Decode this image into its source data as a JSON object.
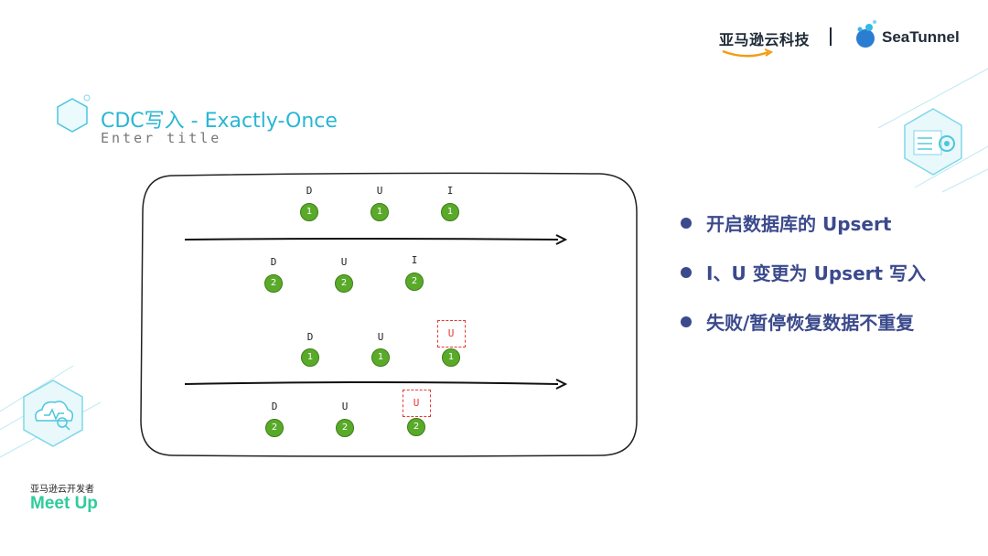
{
  "header": {
    "aws_brand": "亚马逊云科技",
    "seatunnel_brand": "SeaTunnel"
  },
  "slide": {
    "title": "CDC写入 - Exactly-Once",
    "subtitle": "Enter title"
  },
  "diagram": {
    "upper": {
      "row1": [
        {
          "op": "D",
          "n": "1"
        },
        {
          "op": "U",
          "n": "1"
        },
        {
          "op": "I",
          "n": "1"
        }
      ],
      "row2": [
        {
          "op": "D",
          "n": "2"
        },
        {
          "op": "U",
          "n": "2"
        },
        {
          "op": "I",
          "n": "2"
        }
      ]
    },
    "lower": {
      "row1": [
        {
          "op": "D",
          "n": "1"
        },
        {
          "op": "U",
          "n": "1"
        },
        {
          "op": "U",
          "n": "1"
        }
      ],
      "row2": [
        {
          "op": "D",
          "n": "2"
        },
        {
          "op": "U",
          "n": "2"
        },
        {
          "op": "U",
          "n": "2"
        }
      ]
    },
    "highlight_color": "#e53935",
    "node_color": "#5aaa2a"
  },
  "bullets": [
    "开启数据库的 Upsert",
    "I、U 变更为 Upsert 写入",
    "失败/暂停恢复数据不重复"
  ],
  "footer": {
    "cn": "亚马逊云开发者",
    "meetup": "Meet Up"
  },
  "colors": {
    "title": "#29b6d4",
    "bullet": "#3b4a8c",
    "meetup": "#2ecc9a"
  }
}
